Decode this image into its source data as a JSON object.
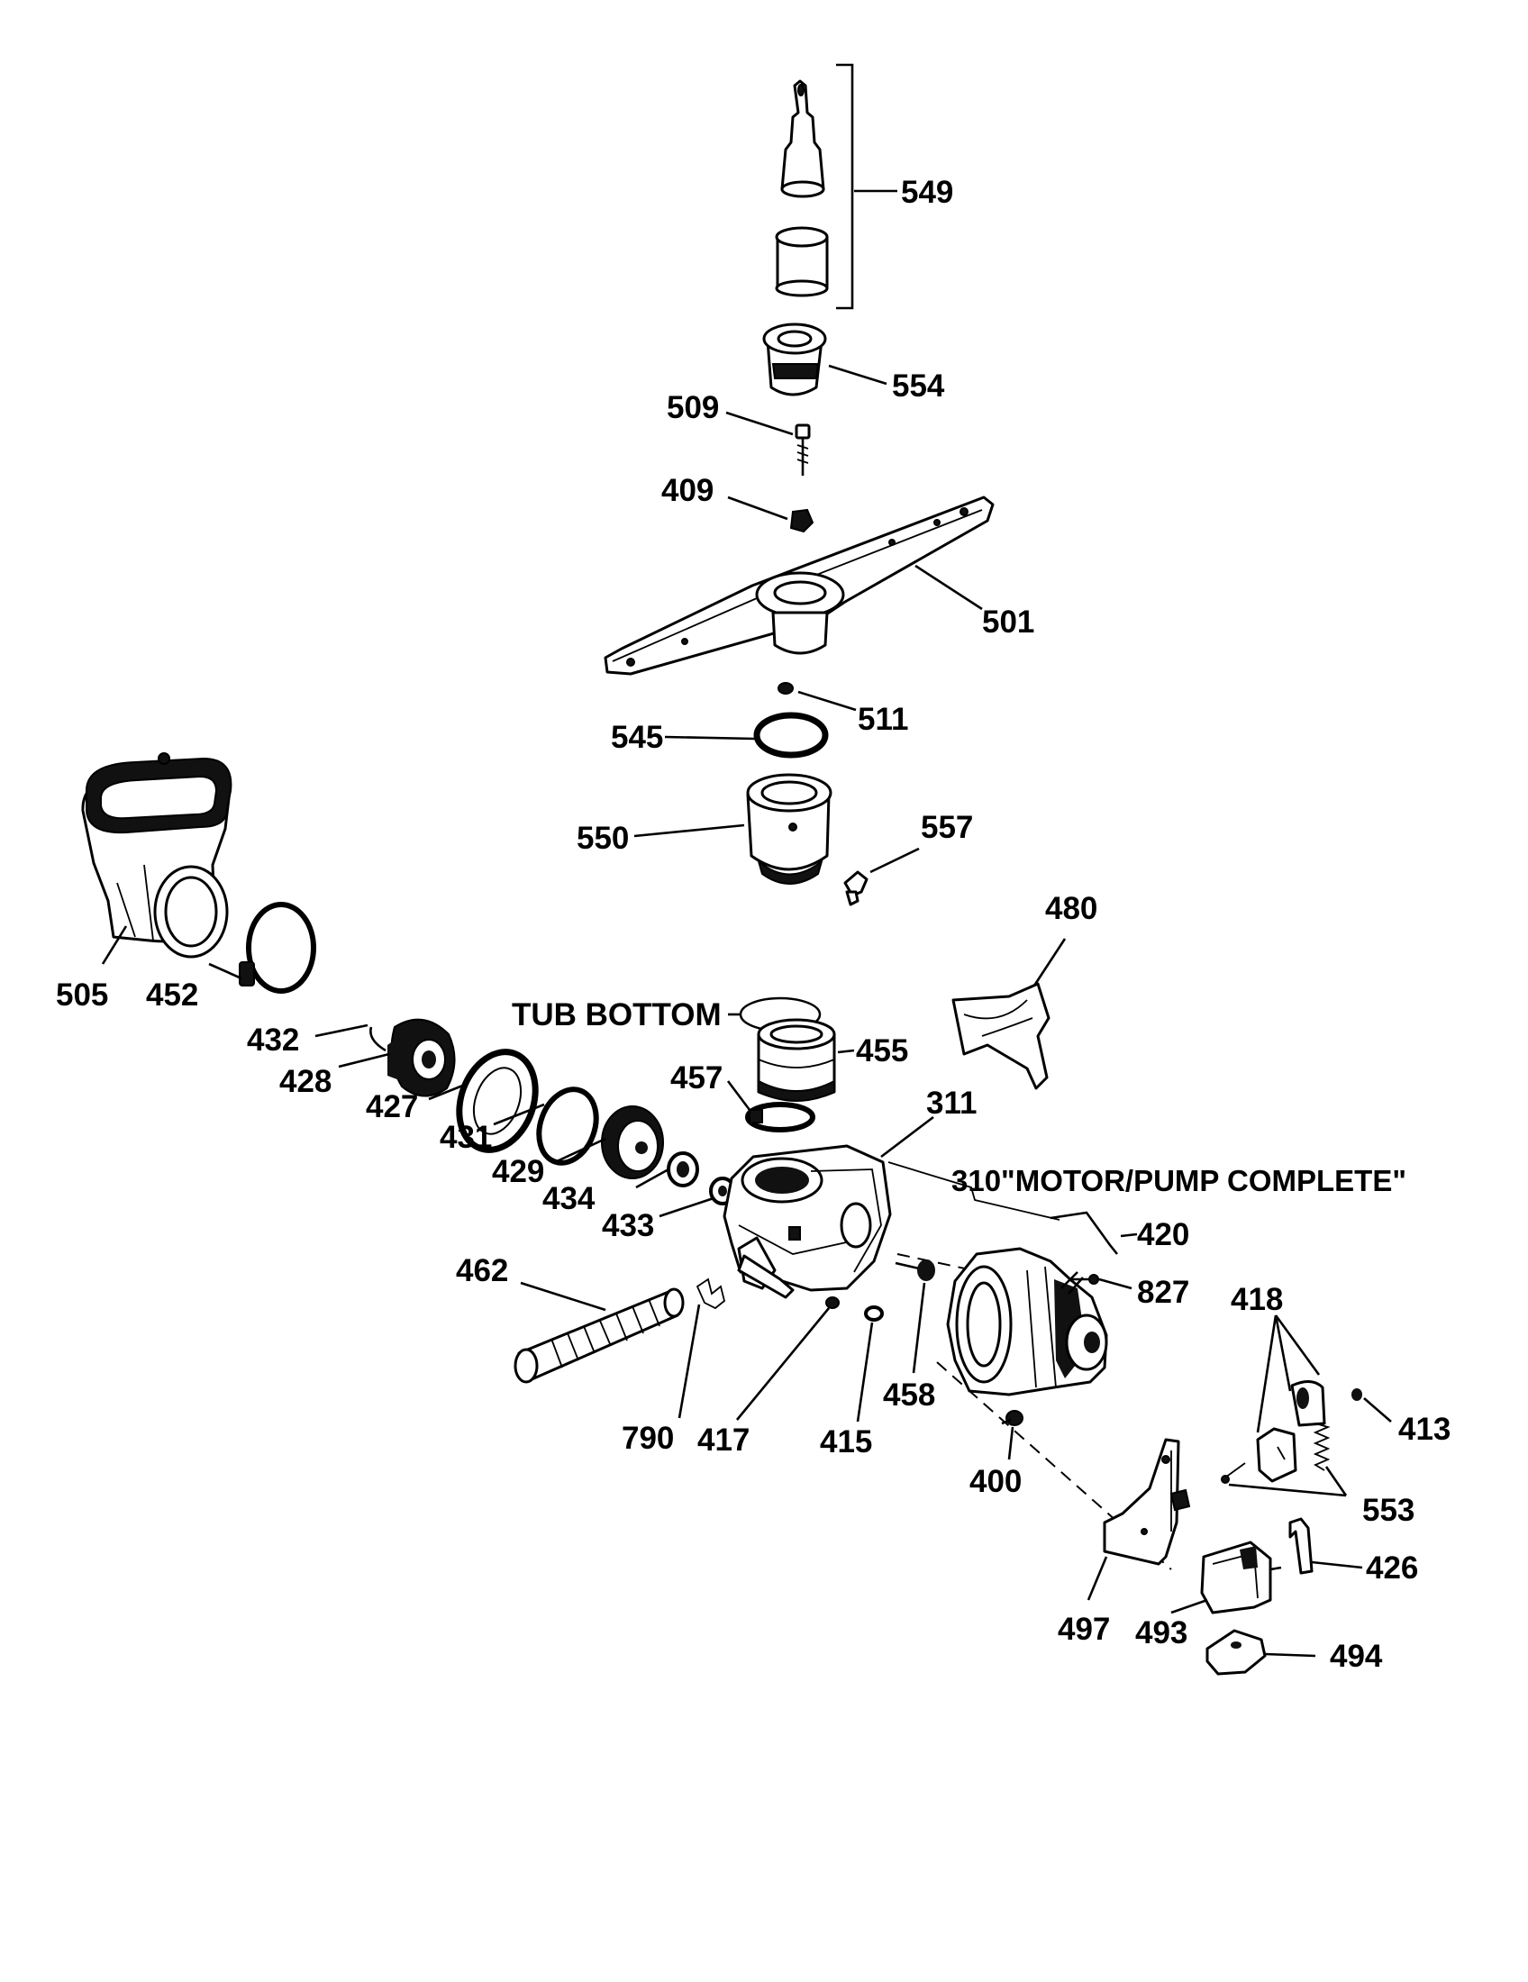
{
  "labels": {
    "p549": "549",
    "p554": "554",
    "p509": "509",
    "p409": "409",
    "p501": "501",
    "p511": "511",
    "p545": "545",
    "p550": "550",
    "p557": "557",
    "p480": "480",
    "tub": "TUB BOTTOM",
    "p455": "455",
    "p505": "505",
    "p452": "452",
    "p432": "432",
    "p428": "428",
    "p427": "427",
    "p457": "457",
    "p311": "311",
    "p431": "431",
    "p429": "429",
    "p434": "434",
    "p433": "433",
    "p310": "310\"MOTOR/PUMP COMPLETE\"",
    "p420": "420",
    "p462": "462",
    "p827": "827",
    "p418": "418",
    "p413": "413",
    "p790": "790",
    "p417": "417",
    "p415": "415",
    "p458": "458",
    "p400": "400",
    "p553": "553",
    "p426": "426",
    "p497": "497",
    "p493": "493",
    "p494": "494"
  }
}
